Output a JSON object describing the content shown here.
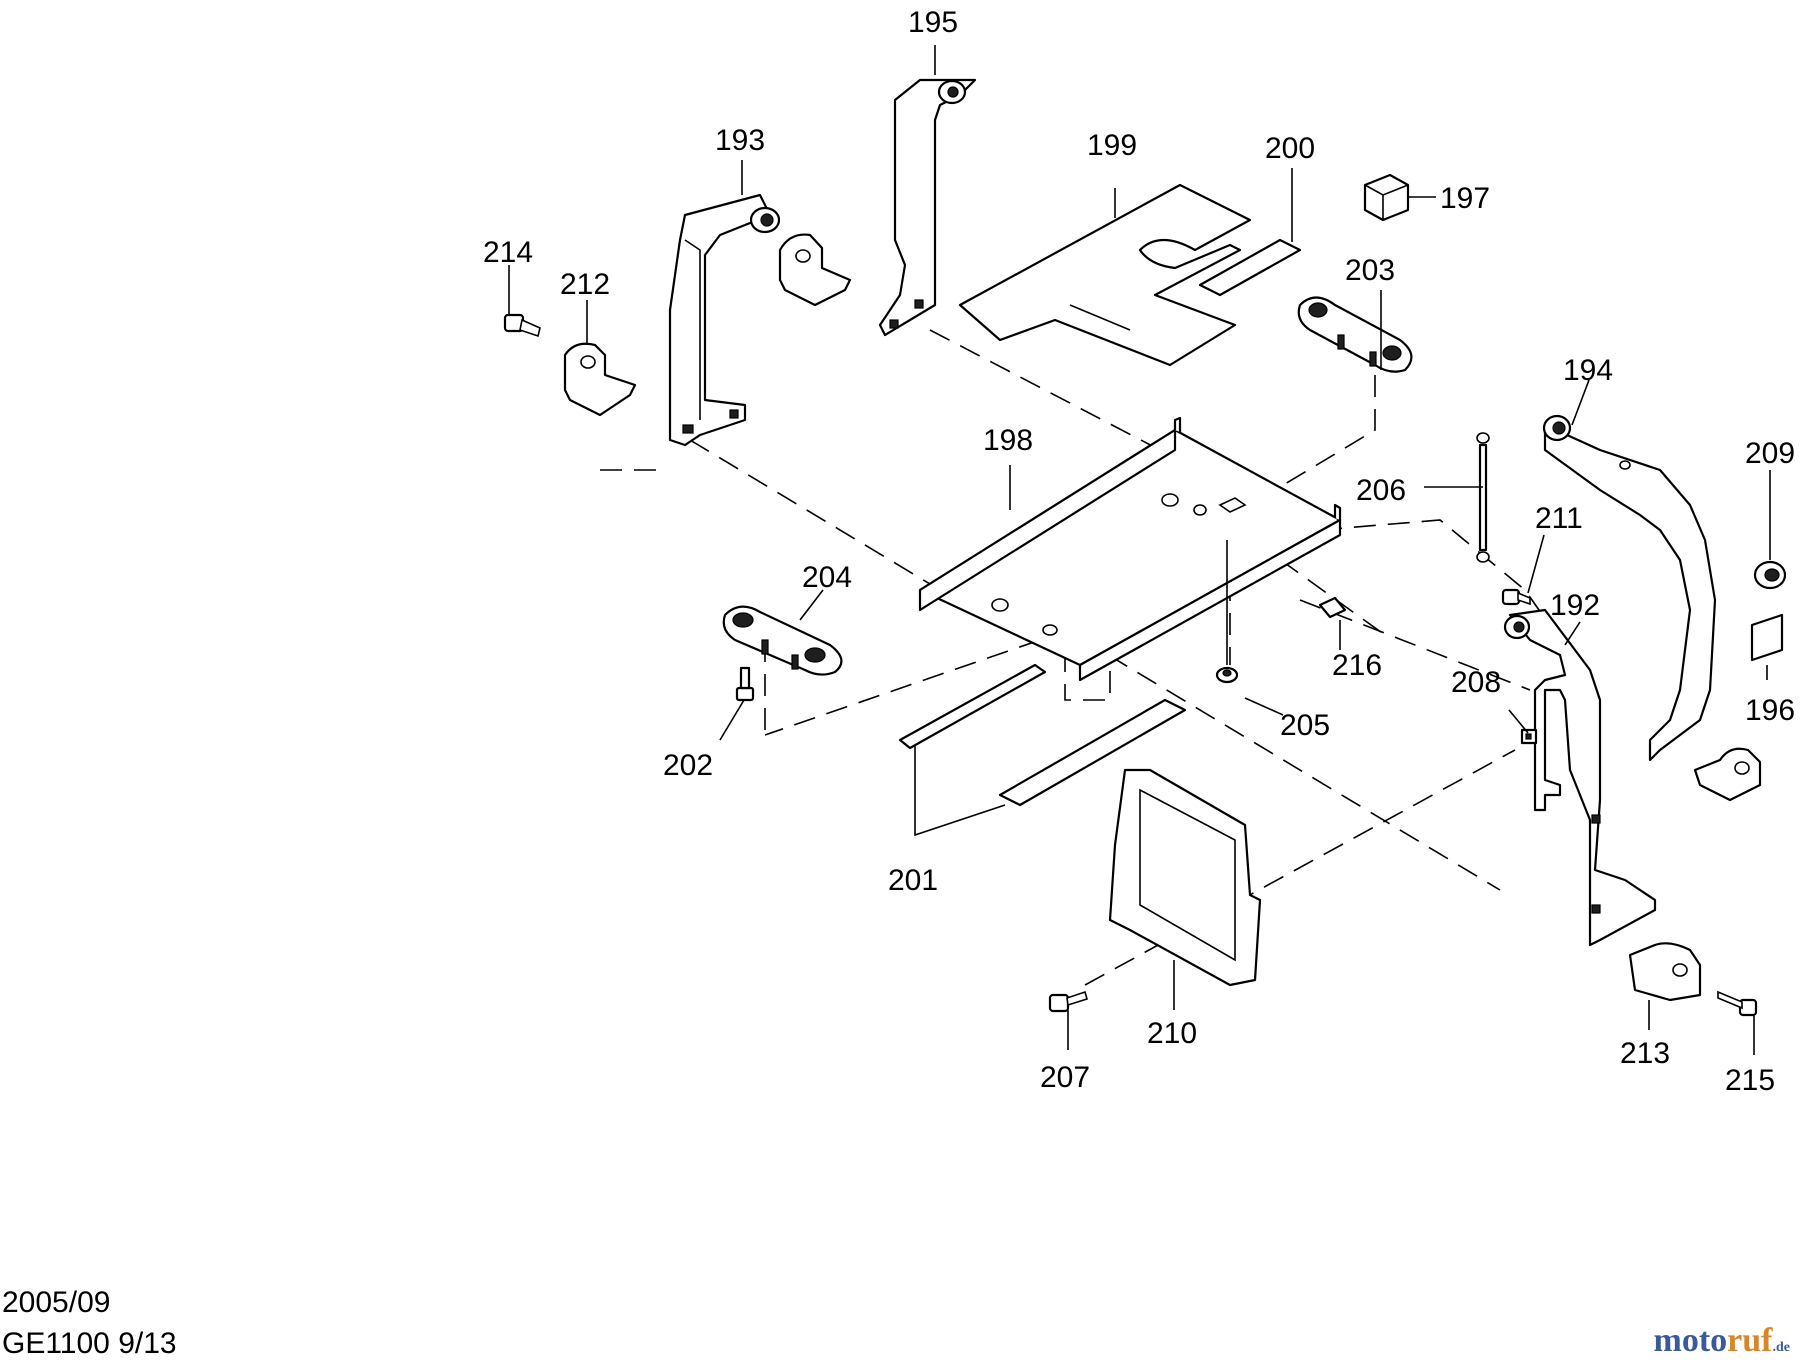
{
  "callouts": {
    "c192": "192",
    "c193": "193",
    "c194": "194",
    "c195": "195",
    "c196": "196",
    "c197": "197",
    "c198": "198",
    "c199": "199",
    "c200": "200",
    "c201": "201",
    "c202": "202",
    "c203": "203",
    "c204": "204",
    "c205": "205",
    "c206": "206",
    "c207": "207",
    "c208": "208",
    "c209": "209",
    "c210": "210",
    "c211": "211",
    "c212": "212",
    "c213": "213",
    "c214": "214",
    "c215": "215",
    "c216": "216"
  },
  "footer": {
    "date": "2005/09",
    "model": "GE1100 9/13"
  },
  "watermark": {
    "part1": "moto",
    "part2": "ruf",
    "part3": ".de"
  }
}
